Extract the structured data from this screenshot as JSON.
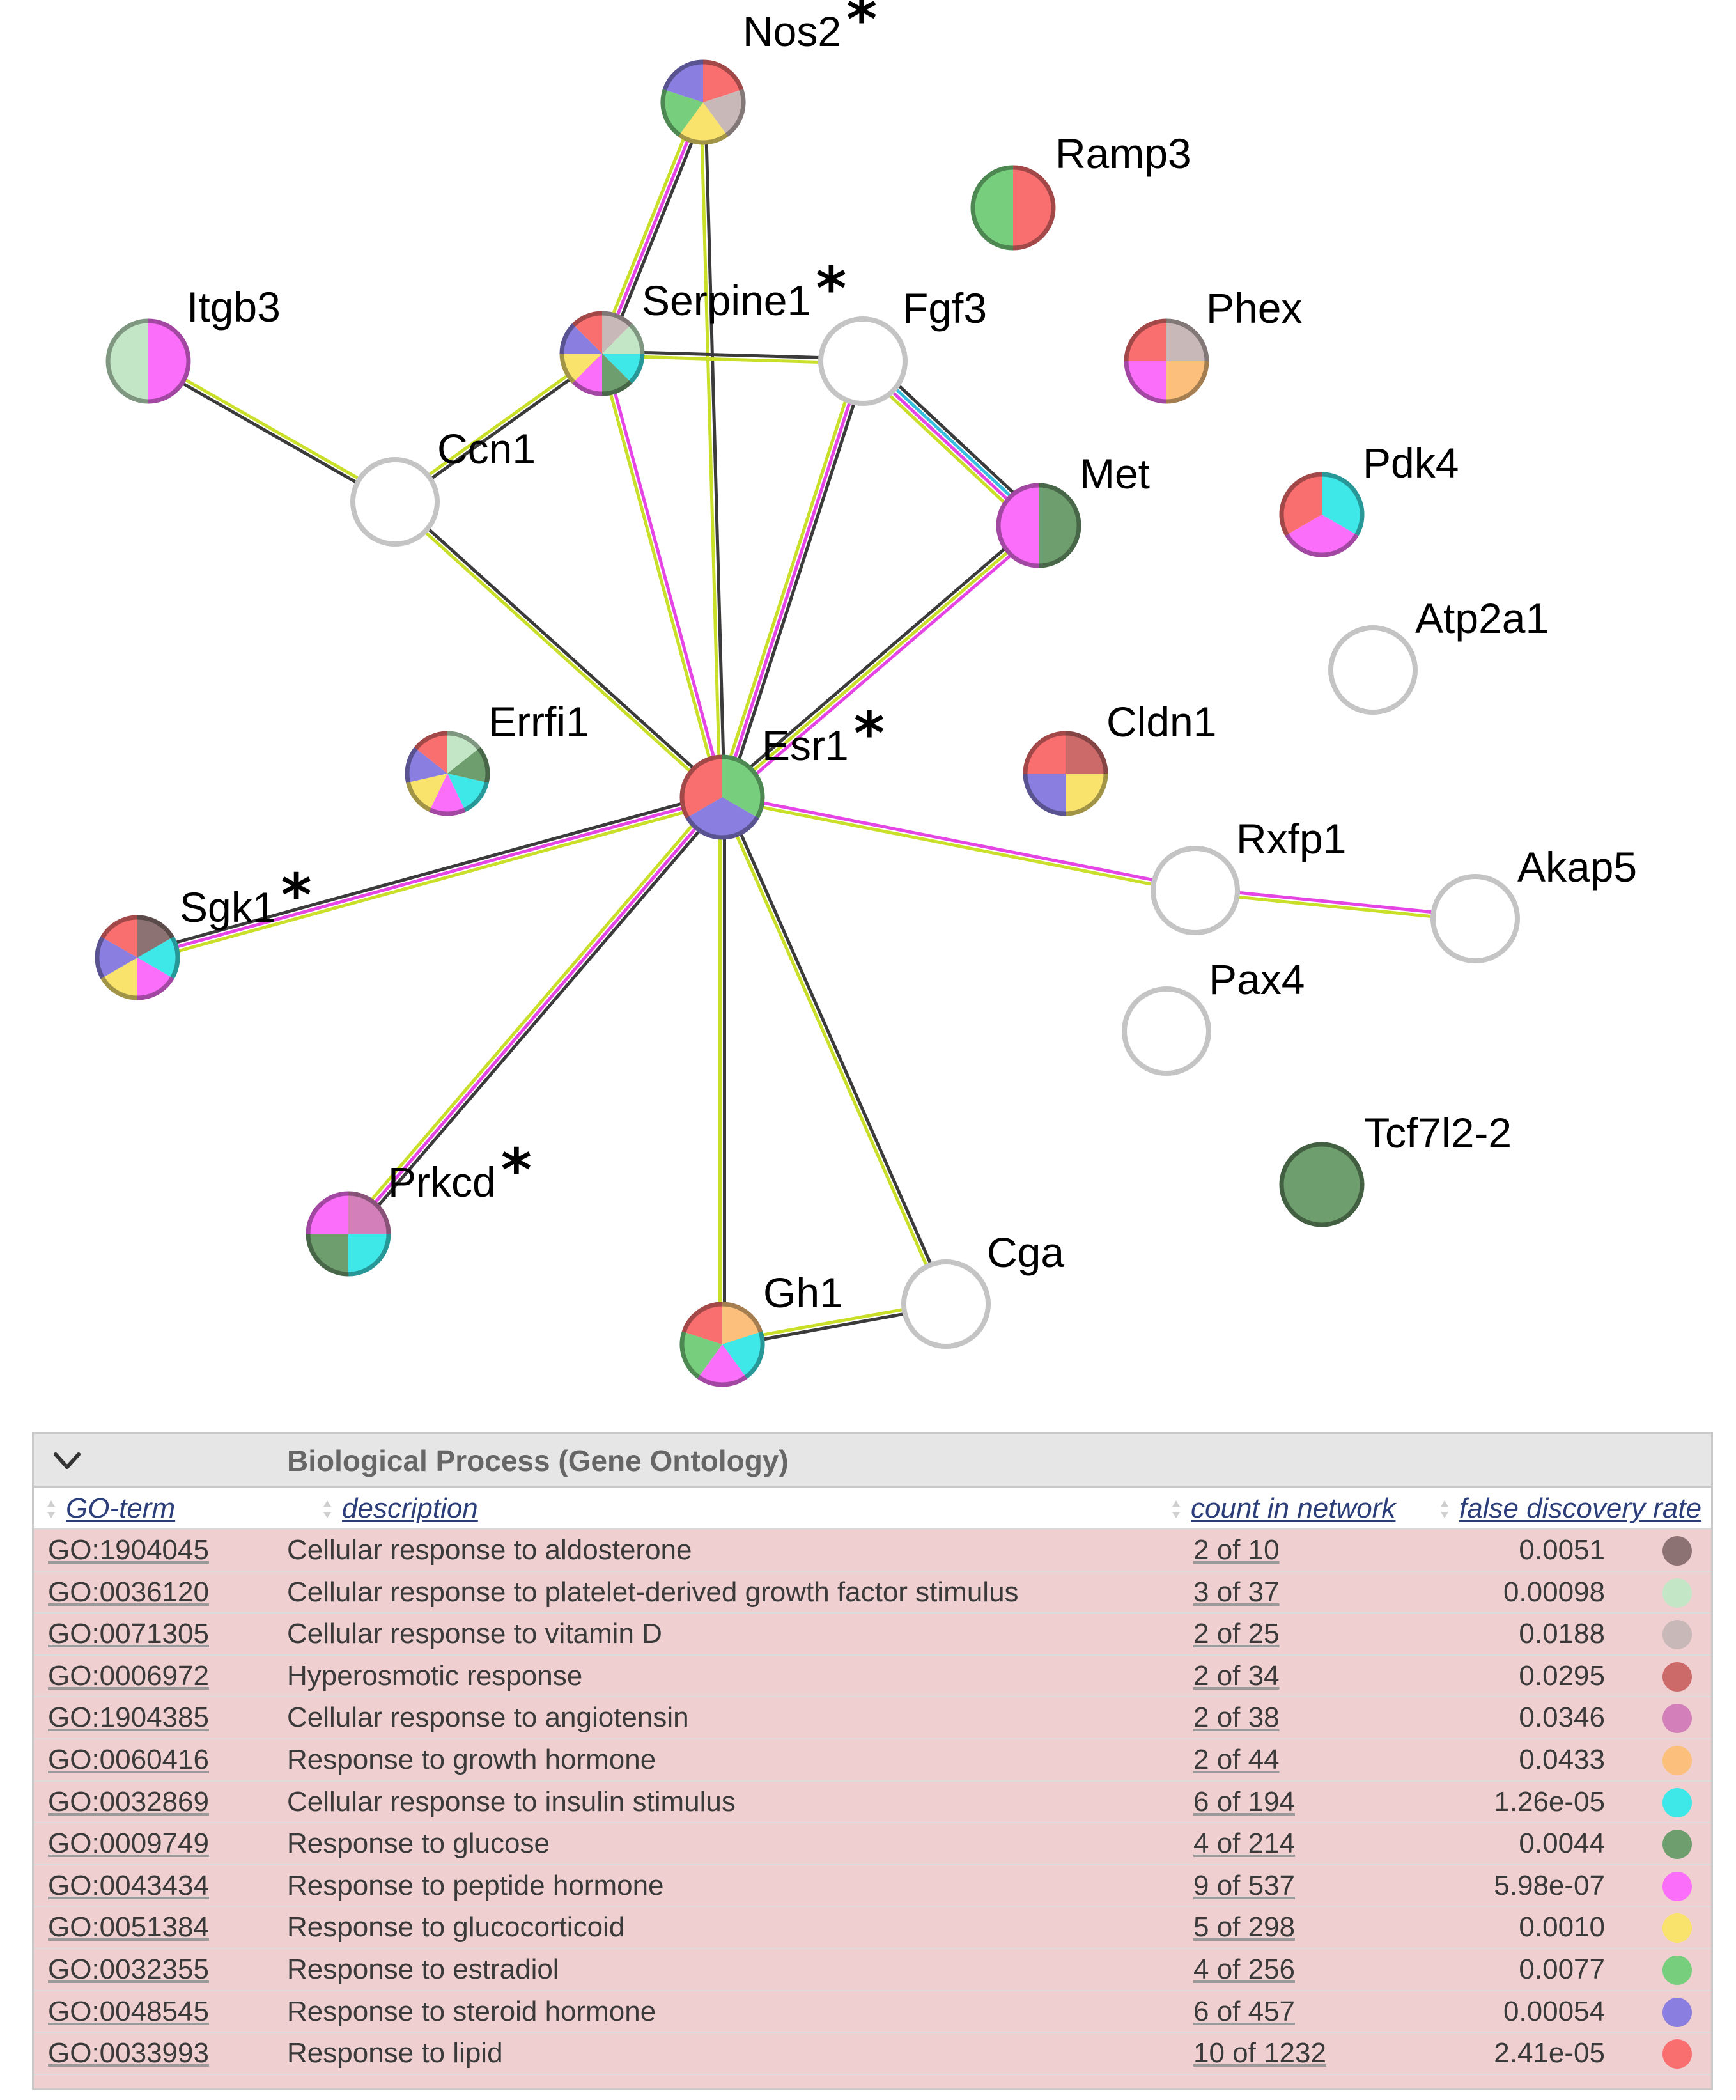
{
  "network": {
    "colors": {
      "c1904045": "#8c7272",
      "c0036120": "#c3e6c6",
      "c0071305": "#c9b8b8",
      "c0006972": "#cc6a6a",
      "c1904385": "#d37fba",
      "c0060416": "#fcc07c",
      "c0032869": "#3ee8e8",
      "c0009749": "#6e9e6e",
      "c0043434": "#fb6ef9",
      "c0051384": "#f9e36d",
      "c0032355": "#77cf7d",
      "c0048545": "#8a7fe0",
      "c0033993": "#f96e6e"
    },
    "edge_colors": {
      "textmining": "#c9df2a",
      "coexpression": "#3b3b3b",
      "experiments": "#e645e6",
      "databases": "#38c0e0"
    },
    "nodes": [
      {
        "id": "nos2",
        "label": "Nos2",
        "star": true,
        "colors": [
          "c0033993",
          "c0071305",
          "c0051384",
          "c0032355",
          "c0048545"
        ]
      },
      {
        "id": "ramp3",
        "label": "Ramp3",
        "star": false,
        "colors": [
          "c0033993",
          "c0032355"
        ]
      },
      {
        "id": "itgb3",
        "label": "Itgb3",
        "star": false,
        "colors": [
          "c0043434",
          "c0036120"
        ]
      },
      {
        "id": "serpine1",
        "label": "Serpine1",
        "star": true,
        "colors": [
          "c0071305",
          "c0036120",
          "c0032869",
          "c0009749",
          "c0043434",
          "c0051384",
          "c0048545",
          "c0033993"
        ]
      },
      {
        "id": "fgf3",
        "label": "Fgf3",
        "star": false,
        "colors": []
      },
      {
        "id": "phex",
        "label": "Phex",
        "star": false,
        "colors": [
          "c0071305",
          "c0060416",
          "c0043434",
          "c0033993"
        ]
      },
      {
        "id": "ccn1",
        "label": "Ccn1",
        "star": false,
        "colors": []
      },
      {
        "id": "met",
        "label": "Met",
        "star": false,
        "colors": [
          "c0009749",
          "c0043434"
        ]
      },
      {
        "id": "pdk4",
        "label": "Pdk4",
        "star": false,
        "colors": [
          "c0032869",
          "c0043434",
          "c0033993"
        ]
      },
      {
        "id": "atp2a1",
        "label": "Atp2a1",
        "star": false,
        "colors": []
      },
      {
        "id": "errfi1",
        "label": "Errfi1",
        "star": false,
        "colors": [
          "c0036120",
          "c0009749",
          "c0032869",
          "c0043434",
          "c0051384",
          "c0048545",
          "c0033993"
        ]
      },
      {
        "id": "esr1",
        "label": "Esr1",
        "star": true,
        "colors": [
          "c0032355",
          "c0048545",
          "c0033993"
        ]
      },
      {
        "id": "cldn1",
        "label": "Cldn1",
        "star": false,
        "colors": [
          "c0006972",
          "c0051384",
          "c0048545",
          "c0033993"
        ]
      },
      {
        "id": "rxfp1",
        "label": "Rxfp1",
        "star": false,
        "colors": []
      },
      {
        "id": "akap5",
        "label": "Akap5",
        "star": false,
        "colors": []
      },
      {
        "id": "sgk1",
        "label": "Sgk1",
        "star": true,
        "colors": [
          "c1904045",
          "c0032869",
          "c0043434",
          "c0051384",
          "c0048545",
          "c0033993"
        ]
      },
      {
        "id": "pax4",
        "label": "Pax4",
        "star": false,
        "colors": []
      },
      {
        "id": "tcf7l2",
        "label": "Tcf7l2-2",
        "star": false,
        "colors": [
          "c0009749"
        ]
      },
      {
        "id": "prkcd",
        "label": "Prkcd",
        "star": true,
        "colors": [
          "c1904385",
          "c0032869",
          "c0009749",
          "c0043434"
        ]
      },
      {
        "id": "cga",
        "label": "Cga",
        "star": false,
        "colors": []
      },
      {
        "id": "gh1",
        "label": "Gh1",
        "star": false,
        "colors": [
          "c0060416",
          "c0032869",
          "c0043434",
          "c0032355",
          "c0033993"
        ]
      }
    ],
    "edges": [
      {
        "source": "itgb3",
        "target": "ccn1",
        "types": [
          "textmining",
          "coexpression"
        ]
      },
      {
        "source": "ccn1",
        "target": "serpine1",
        "types": [
          "textmining",
          "coexpression"
        ]
      },
      {
        "source": "ccn1",
        "target": "esr1",
        "types": [
          "coexpression",
          "textmining"
        ]
      },
      {
        "source": "nos2",
        "target": "serpine1",
        "types": [
          "coexpression",
          "experiments",
          "textmining"
        ]
      },
      {
        "source": "nos2",
        "target": "esr1",
        "types": [
          "coexpression",
          "textmining"
        ]
      },
      {
        "source": "serpine1",
        "target": "fgf3",
        "types": [
          "coexpression",
          "textmining"
        ]
      },
      {
        "source": "serpine1",
        "target": "esr1",
        "types": [
          "experiments",
          "textmining"
        ]
      },
      {
        "source": "fgf3",
        "target": "esr1",
        "types": [
          "coexpression",
          "experiments",
          "textmining"
        ]
      },
      {
        "source": "fgf3",
        "target": "met",
        "types": [
          "coexpression",
          "databases",
          "experiments",
          "textmining"
        ]
      },
      {
        "source": "met",
        "target": "esr1",
        "types": [
          "experiments",
          "textmining",
          "coexpression"
        ]
      },
      {
        "source": "esr1",
        "target": "sgk1",
        "types": [
          "textmining",
          "experiments",
          "coexpression"
        ]
      },
      {
        "source": "esr1",
        "target": "prkcd",
        "types": [
          "coexpression",
          "experiments",
          "textmining"
        ]
      },
      {
        "source": "esr1",
        "target": "gh1",
        "types": [
          "coexpression",
          "textmining"
        ]
      },
      {
        "source": "esr1",
        "target": "cga",
        "types": [
          "coexpression",
          "textmining"
        ]
      },
      {
        "source": "esr1",
        "target": "rxfp1",
        "types": [
          "experiments",
          "textmining"
        ]
      },
      {
        "source": "rxfp1",
        "target": "akap5",
        "types": [
          "experiments",
          "textmining"
        ]
      },
      {
        "source": "gh1",
        "target": "cga",
        "types": [
          "textmining",
          "coexpression"
        ]
      }
    ]
  },
  "panel": {
    "title": "Biological Process (Gene Ontology)",
    "columns": {
      "term": "GO-term",
      "description": "description",
      "count": "count in network",
      "fdr": "false discovery rate"
    },
    "rows": [
      {
        "term": "GO:1904045",
        "description": "Cellular response to aldosterone",
        "count": "2 of 10",
        "fdr": "0.0051",
        "color": "#8c7272"
      },
      {
        "term": "GO:0036120",
        "description": "Cellular response to platelet-derived growth factor stimulus",
        "count": "3 of 37",
        "fdr": "0.00098",
        "color": "#c3e6c6"
      },
      {
        "term": "GO:0071305",
        "description": "Cellular response to vitamin D",
        "count": "2 of 25",
        "fdr": "0.0188",
        "color": "#c9b8b8"
      },
      {
        "term": "GO:0006972",
        "description": "Hyperosmotic response",
        "count": "2 of 34",
        "fdr": "0.0295",
        "color": "#cc6a6a"
      },
      {
        "term": "GO:1904385",
        "description": "Cellular response to angiotensin",
        "count": "2 of 38",
        "fdr": "0.0346",
        "color": "#d37fba"
      },
      {
        "term": "GO:0060416",
        "description": "Response to growth hormone",
        "count": "2 of 44",
        "fdr": "0.0433",
        "color": "#fcc07c"
      },
      {
        "term": "GO:0032869",
        "description": "Cellular response to insulin stimulus",
        "count": "6 of 194",
        "fdr": "1.26e-05",
        "color": "#3ee8e8"
      },
      {
        "term": "GO:0009749",
        "description": "Response to glucose",
        "count": "4 of 214",
        "fdr": "0.0044",
        "color": "#6e9e6e"
      },
      {
        "term": "GO:0043434",
        "description": "Response to peptide hormone",
        "count": "9 of 537",
        "fdr": "5.98e-07",
        "color": "#fb6ef9"
      },
      {
        "term": "GO:0051384",
        "description": "Response to glucocorticoid",
        "count": "5 of 298",
        "fdr": "0.0010",
        "color": "#f9e36d"
      },
      {
        "term": "GO:0032355",
        "description": "Response to estradiol",
        "count": "4 of 256",
        "fdr": "0.0077",
        "color": "#77cf7d"
      },
      {
        "term": "GO:0048545",
        "description": "Response to steroid hormone",
        "count": "6 of 457",
        "fdr": "0.00054",
        "color": "#8a7fe0"
      },
      {
        "term": "GO:0033993",
        "description": "Response to lipid",
        "count": "10 of 1232",
        "fdr": "2.41e-05",
        "color": "#f96e6e"
      }
    ]
  }
}
